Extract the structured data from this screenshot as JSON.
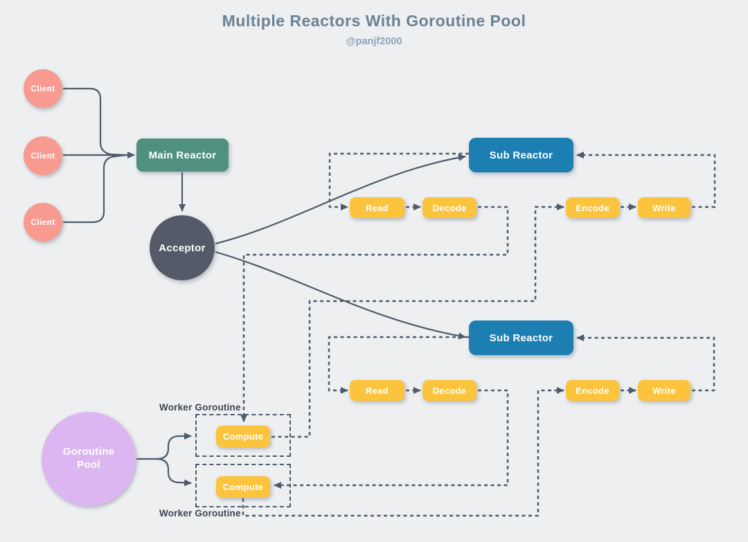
{
  "title": "Multiple Reactors With Goroutine Pool",
  "author": "@panjf2000",
  "nodes": {
    "client": "Client",
    "main_reactor": "Main Reactor",
    "acceptor": "Acceptor",
    "sub_reactor": "Sub Reactor",
    "read": "Read",
    "decode": "Decode",
    "encode": "Encode",
    "write": "Write",
    "goroutine_pool": "Goroutine Pool",
    "compute": "Compute",
    "worker_goroutine": "Worker Goroutine"
  },
  "edges": [
    {
      "from": "client-1",
      "to": "main-reactor",
      "style": "solid-arrow"
    },
    {
      "from": "client-2",
      "to": "main-reactor",
      "style": "solid-arrow"
    },
    {
      "from": "client-3",
      "to": "main-reactor",
      "style": "solid-arrow"
    },
    {
      "from": "main-reactor",
      "to": "acceptor",
      "style": "solid-arrow"
    },
    {
      "from": "acceptor",
      "to": "sub-reactor-top",
      "style": "solid-curve-arrow"
    },
    {
      "from": "acceptor",
      "to": "sub-reactor-bottom",
      "style": "solid-curve-arrow"
    },
    {
      "from": "sub-reactor-top",
      "to": "read-top",
      "style": "dashed-arrow"
    },
    {
      "from": "read-top",
      "to": "decode-top",
      "style": "dashed-arrow"
    },
    {
      "from": "decode-top",
      "to": "compute-top",
      "style": "dashed-arrow"
    },
    {
      "from": "compute-top",
      "to": "encode-top",
      "style": "dashed-arrow"
    },
    {
      "from": "encode-top",
      "to": "write-top",
      "style": "dashed-arrow"
    },
    {
      "from": "write-top",
      "to": "sub-reactor-top",
      "style": "dashed-arrow"
    },
    {
      "from": "sub-reactor-bottom",
      "to": "read-bottom",
      "style": "dashed-arrow"
    },
    {
      "from": "read-bottom",
      "to": "decode-bottom",
      "style": "dashed-arrow"
    },
    {
      "from": "decode-bottom",
      "to": "compute-bottom",
      "style": "dashed-arrow"
    },
    {
      "from": "compute-bottom",
      "to": "encode-bottom",
      "style": "dashed-arrow"
    },
    {
      "from": "encode-bottom",
      "to": "write-bottom",
      "style": "dashed-arrow"
    },
    {
      "from": "write-bottom",
      "to": "sub-reactor-bottom",
      "style": "dashed-arrow"
    },
    {
      "from": "goroutine-pool",
      "to": "worker-goroutine-top",
      "style": "solid-arrow"
    },
    {
      "from": "goroutine-pool",
      "to": "worker-goroutine-bottom",
      "style": "solid-arrow"
    }
  ],
  "colors": {
    "background": "#edeff1",
    "line": "#4d5b6a",
    "client_fill": "#f89a90",
    "main_reactor_fill": "#4f917e",
    "acceptor_fill": "#545a68",
    "sub_reactor_fill": "#1d7eb2",
    "process_fill": "#fcc33c",
    "pool_fill": "#dcb6f0",
    "title_color": "#6b8294",
    "author_color": "#8ba3bb",
    "label_color": "#3d4450"
  }
}
